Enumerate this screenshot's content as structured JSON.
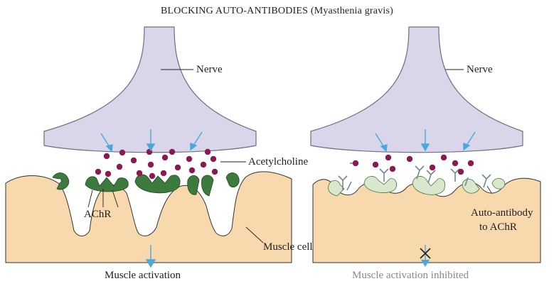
{
  "title": "BLOCKING AUTO-ANTIBODIES (Myasthenia gravis)",
  "labels": {
    "nerve_left": "Nerve",
    "nerve_right": "Nerve",
    "acetylcholine": "Acetylcholine",
    "achr": "AChR",
    "muscle_cell": "Muscle cell",
    "auto_antibody_line1": "Auto-antibody",
    "auto_antibody_line2": "to AChR",
    "outcome_left": "Muscle activation",
    "outcome_right": "Muscle activation inhibited"
  },
  "colors": {
    "nerve_fill": "#d8d6e8",
    "nerve_stroke": "#6e6c86",
    "muscle_fill": "#f7d9ad",
    "muscle_stroke": "#333333",
    "receptor_active": "#3d7a3e",
    "receptor_blocked": "#d9e8cc",
    "acetylcholine": "#8b1a52",
    "arrow": "#4aa8df",
    "antibody": "#6e8a8a"
  }
}
